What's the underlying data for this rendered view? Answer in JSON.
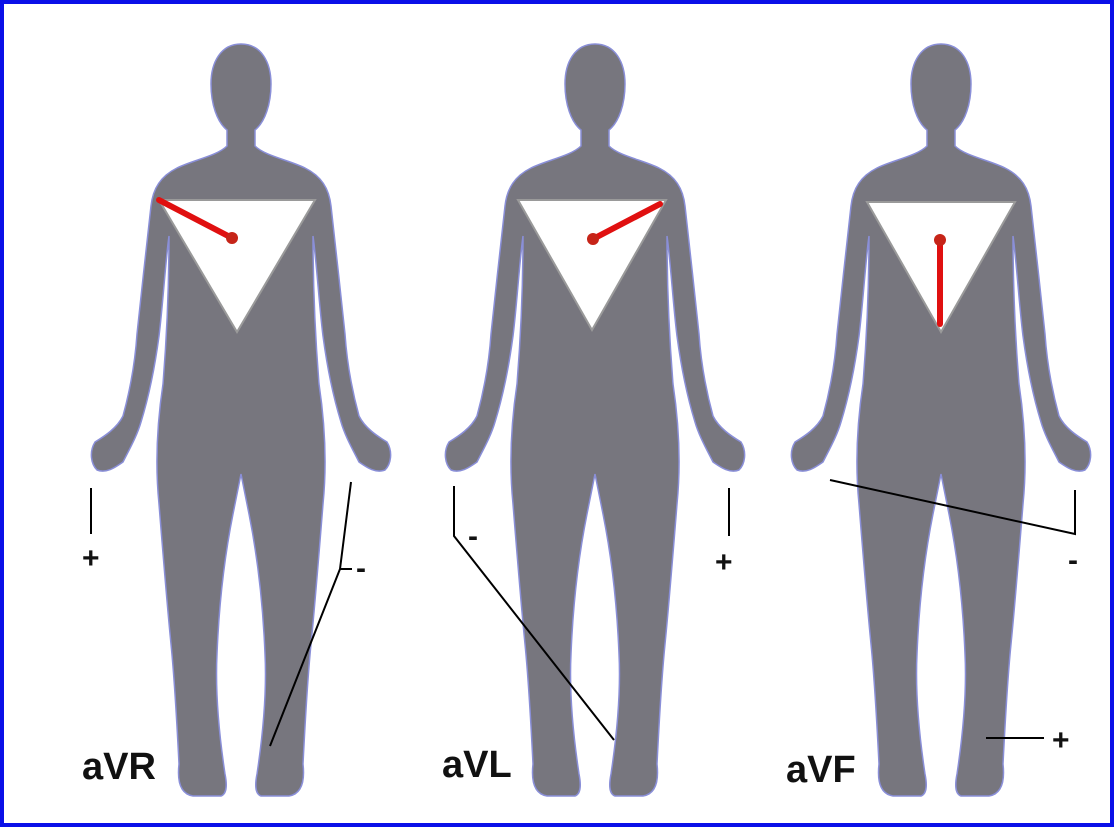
{
  "colors": {
    "frame_border": "#0a10e8",
    "body": "#77767e",
    "body_outline": "#8a8fd8",
    "vector": "#e01010",
    "wire": "#000000"
  },
  "figures": [
    {
      "id": "avr",
      "lead_label": "aVR",
      "positive_sign": "+",
      "negative_sign": "-",
      "positive_electrode": "right arm",
      "negative_electrodes": [
        "left arm",
        "left leg"
      ],
      "vector_direction": "toward right shoulder"
    },
    {
      "id": "avl",
      "lead_label": "aVL",
      "positive_sign": "+",
      "negative_sign": "-",
      "positive_electrode": "left arm",
      "negative_electrodes": [
        "right arm",
        "left leg"
      ],
      "vector_direction": "toward left shoulder"
    },
    {
      "id": "avf",
      "lead_label": "aVF",
      "positive_sign": "+",
      "negative_sign": "-",
      "positive_electrode": "left leg",
      "negative_electrodes": [
        "right arm",
        "left arm"
      ],
      "vector_direction": "toward feet"
    }
  ]
}
